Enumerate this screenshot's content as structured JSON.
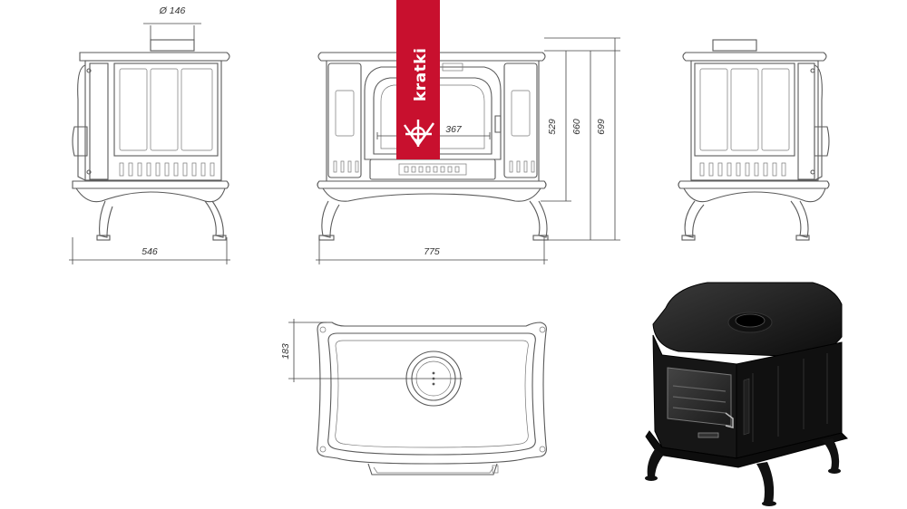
{
  "brand": {
    "name": "kratki",
    "color": "#c8102e"
  },
  "dimensions": {
    "flue_diameter": "Ø 146",
    "side_depth": "546",
    "front_width": "775",
    "glass_width": "367",
    "height_1": "529",
    "height_2": "660",
    "height_3": "699",
    "top_offset": "183"
  },
  "colors": {
    "line": "#5a5a5a",
    "render_body": "#151515"
  }
}
